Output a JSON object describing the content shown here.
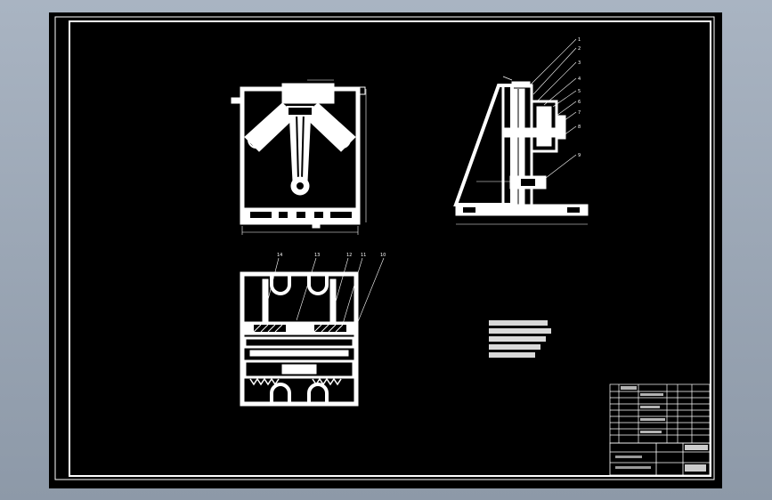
{
  "viewer": {
    "background_top": "#a9b4c2",
    "background_bottom": "#8d99a8"
  },
  "drawing": {
    "sheet_color": "#000000",
    "line_color": "#ffffff",
    "front_view": {
      "top_dimension": "",
      "side_dimension": "",
      "bottom_dimension": ""
    },
    "side_view": {
      "balloons": [
        "1",
        "2",
        "3",
        "4",
        "5",
        "6",
        "7",
        "8",
        "9"
      ],
      "bottom_dimension": ""
    },
    "plan_view": {
      "balloons": [
        "14",
        "13",
        "12",
        "11",
        "10"
      ]
    },
    "tech_notes": [
      "",
      "",
      "",
      "",
      ""
    ],
    "title_block": {
      "drawing_no": ""
    }
  }
}
